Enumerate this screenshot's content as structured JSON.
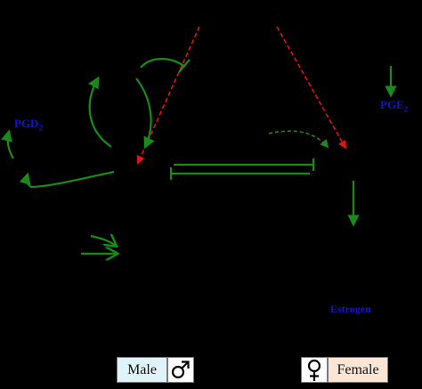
{
  "labels": {
    "pgd_main": "PGD",
    "pgd_sub": "2",
    "pge_main": "PGE",
    "pge_sub": "2",
    "estrogen": "Estrogen",
    "male": "Male",
    "female": "Female"
  },
  "symbols": {
    "male": "mars-symbol-icon",
    "female": "venus-symbol-icon"
  },
  "colors": {
    "background": "#000000",
    "activation_arrow": "#1a8a1a",
    "inhibition_line": "#1a8a1a",
    "red_dashed_arrow": "#e01414",
    "label_text": "#1414c8",
    "male_box": "#dff3f8",
    "female_box": "#fbe6d6"
  }
}
